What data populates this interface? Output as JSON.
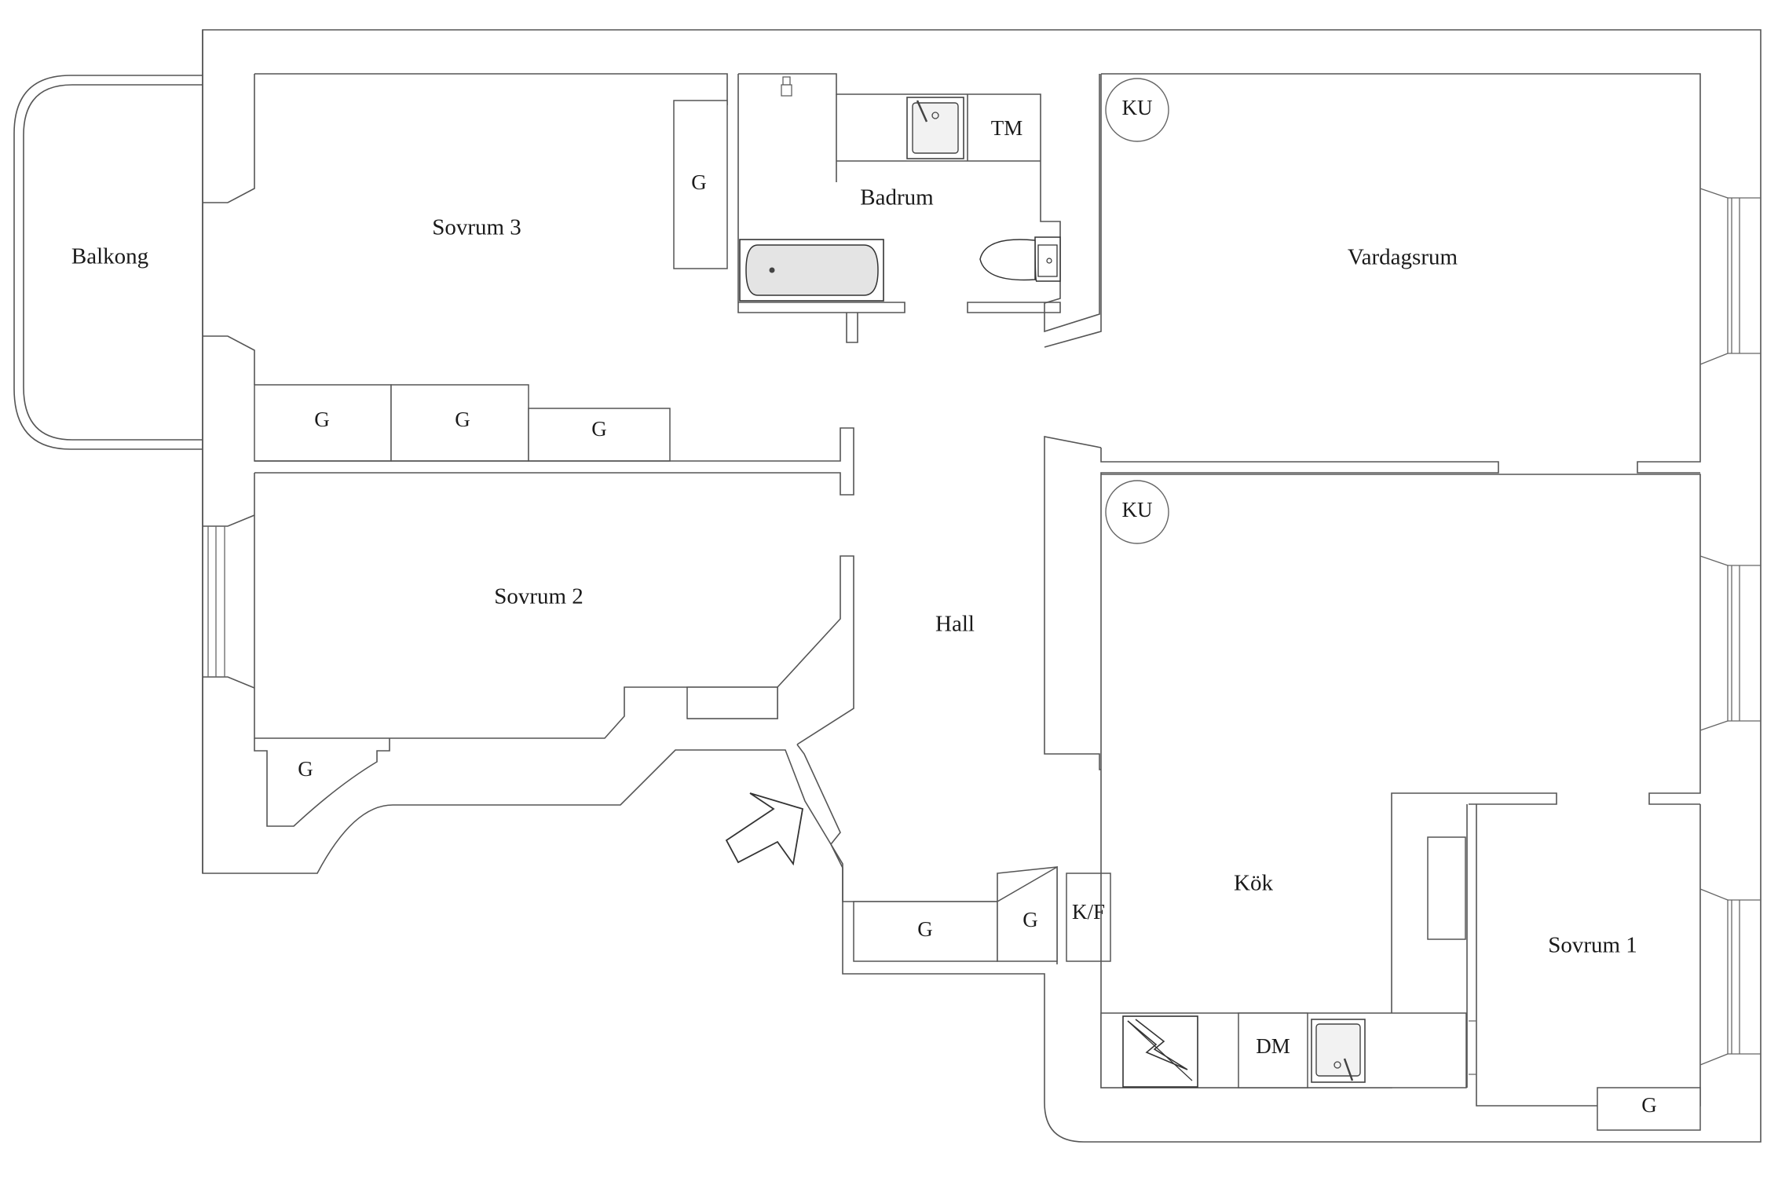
{
  "rooms": {
    "balkong": "Balkong",
    "sovrum3": "Sovrum 3",
    "badrum": "Badrum",
    "vardagsrum": "Vardagsrum",
    "sovrum2": "Sovrum 2",
    "hall": "Hall",
    "kok": "Kök",
    "sovrum1": "Sovrum 1"
  },
  "fixtures": {
    "closet": "G",
    "tm": "TM",
    "ku": "KU",
    "kf": "K/F",
    "dm": "DM"
  },
  "icons": [
    "entrance-arrow-icon",
    "sink-icon",
    "bathtub-icon",
    "toilet-icon",
    "stove-icon",
    "tap-icon"
  ]
}
